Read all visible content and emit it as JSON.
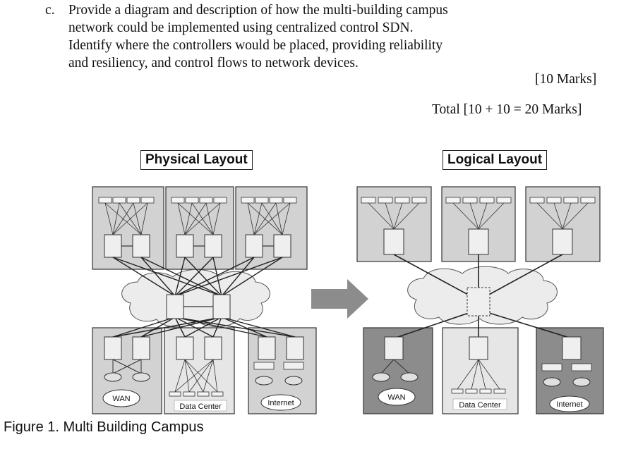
{
  "question": {
    "letter": "c.",
    "lines": [
      "Provide a diagram and description of how the multi-building campus",
      "network could be implemented using centralized control SDN.",
      "Identify where the controllers would be placed, providing reliability",
      "and resiliency, and control flows to network devices."
    ],
    "marks": "[10 Marks]",
    "total": "Total [10 + 10 = 20 Marks]"
  },
  "figure": {
    "physical_title": "Physical Layout",
    "logical_title": "Logical Layout",
    "physical_labels": {
      "wan": "WAN",
      "datacenter": "Data Center",
      "internet": "Internet"
    },
    "logical_labels": {
      "wan": "WAN",
      "datacenter": "Data Center",
      "internet": "Internet"
    },
    "caption": "Figure 1. Multi Building Campus"
  },
  "colors": {
    "building_fill": "#d2d2d2",
    "dark_building_fill": "#8c8c8c",
    "cloud": "#e8e8e8",
    "arrow": "#8c8c8c"
  }
}
